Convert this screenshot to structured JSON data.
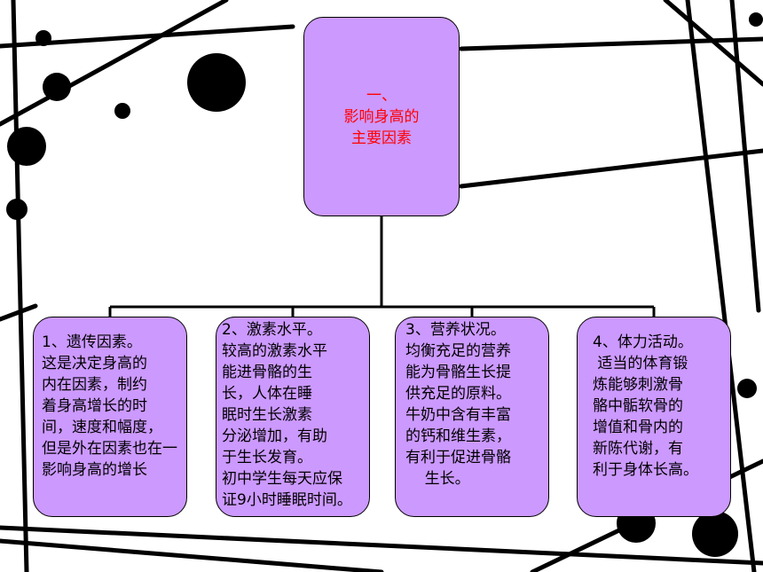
{
  "root": {
    "lines": [
      "一、",
      "影响身高的",
      "主要因素"
    ]
  },
  "children": [
    {
      "lines": [
        "1、遗传因素。",
        "这是决定身高的",
        "内在因素，制约",
        "着身高增长的时",
        "间，速度和幅度，",
        "但是外在因素也在一",
        "影响身高的增长"
      ]
    },
    {
      "lines": [
        "2、激素水平。",
        "较高的激素水平",
        "能进骨骼的生",
        "长，人体在睡",
        "眠时生长激素",
        "分泌增加，有助",
        "于生长发育。",
        "初中学生每天应保",
        "证9小时睡眠时间。"
      ]
    },
    {
      "lines": [
        "3、营养状况。",
        "均衡充足的营养",
        "能为骨骼生长提",
        "供充足的原料。",
        "牛奶中含有丰富",
        "的钙和维生素，",
        "有利于促进骨骼",
        "    生长。"
      ]
    },
    {
      "lines": [
        "4、体力活动。",
        " 适当的体育锻",
        "炼能够刺激骨",
        "骼中骺软骨的",
        "增值和骨内的",
        "新陈代谢，有",
        "利于身体长高。"
      ]
    }
  ],
  "colors": {
    "box_fill": "#cc99ff",
    "root_text": "#ff0000",
    "child_text": "#000000",
    "decoration": "#000000"
  }
}
